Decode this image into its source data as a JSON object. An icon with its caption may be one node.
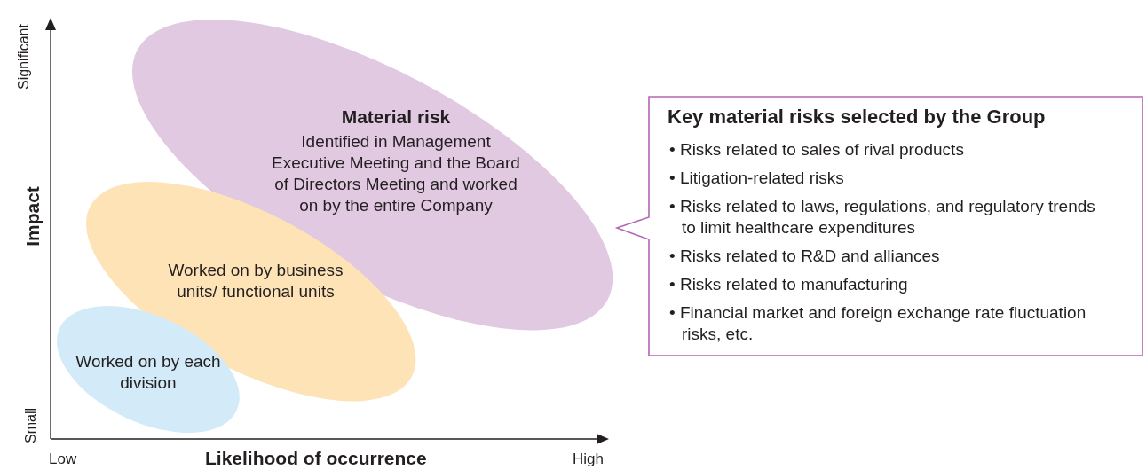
{
  "diagram": {
    "nodes": [
      {
        "text": [
          "Material risk",
          "Identified in Management Executive Meeting and the Board of Directors Meeting and worked on by the entire Company"
        ]
      },
      {
        "text": [
          "Worked on by business units/ functional units"
        ]
      },
      {
        "text": [
          "Worked on by each division"
        ]
      },
      {
        "text": [
          "Key material risks selected by the Group",
          "• Risks related to sales of rival products",
          "• Litigation-related risks",
          "• Risks related to laws, regulations, and regulatory trends to limit healthcare expenditures",
          "• Risks related to R&D and alliances",
          "• Risks related to manufacturing",
          "• Financial market and foreign exchange rate fluctuation risks, etc."
        ]
      }
    ],
    "labels": [
      "Significant",
      "Impact",
      "Small",
      "Low",
      "Likelihood of occurrence",
      "High"
    ]
  }
}
